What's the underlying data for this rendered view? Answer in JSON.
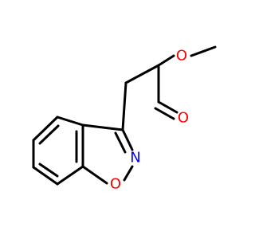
{
  "molecule": {
    "colors": {
      "bond": "#000000",
      "oxygen": "#ff0000",
      "nitrogen": "#0000ff"
    },
    "atoms": {
      "o_ester": "O",
      "o_carbonyl": "O",
      "n_ring": "N",
      "o_ring": "O"
    }
  }
}
